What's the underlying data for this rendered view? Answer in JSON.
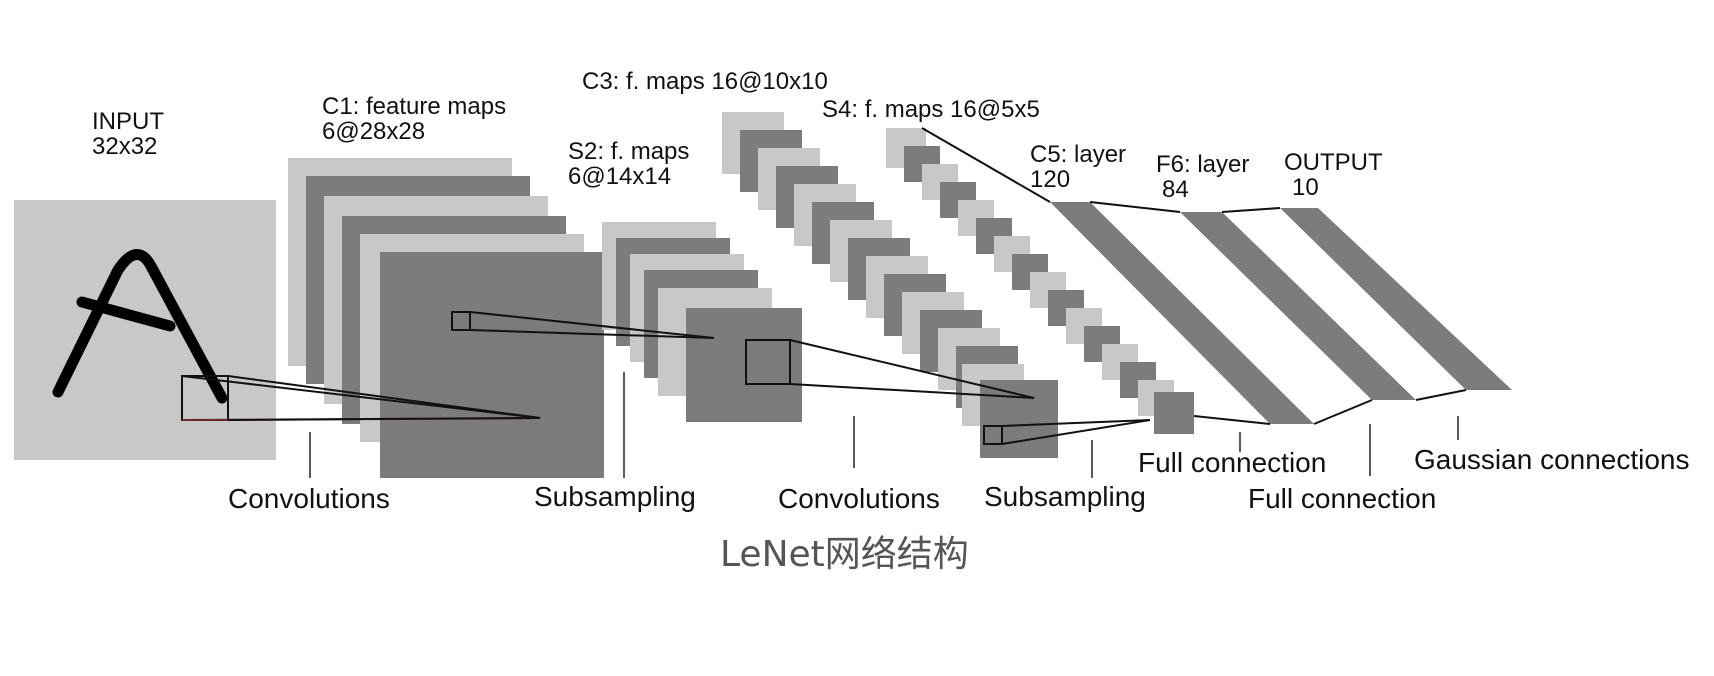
{
  "colors": {
    "light": "#c8c8c8",
    "dark": "#7c7c7c",
    "line": "#111111",
    "caption": "#555555"
  },
  "layers": {
    "input": {
      "line1": "INPUT",
      "line2": "32x32"
    },
    "c1": {
      "line1": "C1: feature maps",
      "line2": "6@28x28"
    },
    "s2": {
      "line1": "S2: f. maps",
      "line2": "6@14x14"
    },
    "c3": {
      "line1": "C3: f. maps 16@10x10"
    },
    "s4": {
      "line1": "S4: f. maps 16@5x5"
    },
    "c5": {
      "line1": "C5: layer",
      "line2": "120"
    },
    "f6": {
      "line1": "F6: layer",
      "line2": "84"
    },
    "output": {
      "line1": "OUTPUT",
      "line2": "10"
    }
  },
  "operations": {
    "conv1": "Convolutions",
    "sub1": "Subsampling",
    "conv2": "Convolutions",
    "sub2": "Subsampling",
    "full1": "Full connection",
    "full2": "Full connection",
    "gauss": "Gaussian connections"
  },
  "caption": "LeNet网络结构"
}
